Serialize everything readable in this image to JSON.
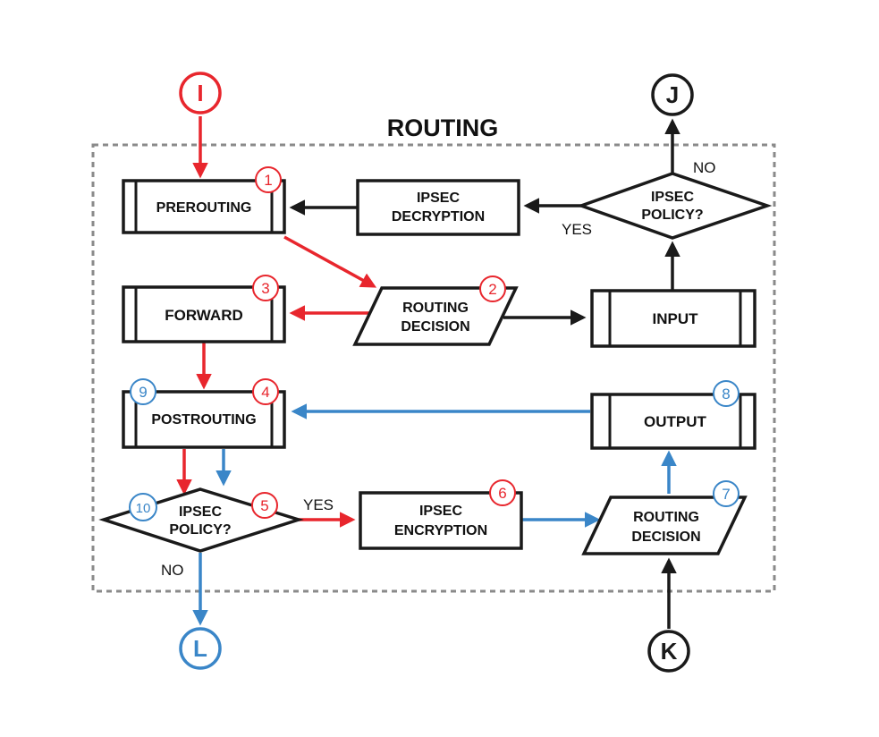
{
  "title": "ROUTING",
  "colors": {
    "red": "#e8262d",
    "blue": "#3a86c8",
    "black": "#1a1a1a",
    "border": "#8a8a8a"
  },
  "connectors": {
    "I": "I",
    "J": "J",
    "K": "K",
    "L": "L"
  },
  "nodes": {
    "prerouting": {
      "label": "PREROUTING",
      "num": "1"
    },
    "routing_decision_top": {
      "line1": "ROUTING",
      "line2": "DECISION",
      "num": "2"
    },
    "forward": {
      "label": "FORWARD",
      "num": "3"
    },
    "postrouting": {
      "label": "POSTROUTING",
      "num": "4",
      "num2": "9"
    },
    "ipsec_policy_bottom": {
      "line1": "IPSEC",
      "line2": "POLICY?",
      "num": "5",
      "num2": "10"
    },
    "ipsec_encryption": {
      "line1": "IPSEC",
      "line2": "ENCRYPTION",
      "num": "6"
    },
    "routing_decision_bottom": {
      "line1": "ROUTING",
      "line2": "DECISION",
      "num": "7"
    },
    "output": {
      "label": "OUTPUT",
      "num": "8"
    },
    "input": {
      "label": "INPUT"
    },
    "ipsec_decryption": {
      "line1": "IPSEC",
      "line2": "DECRYPTION"
    },
    "ipsec_policy_top": {
      "line1": "IPSEC",
      "line2": "POLICY?"
    }
  },
  "edge_labels": {
    "yes_top": "YES",
    "no_top": "NO",
    "yes_bottom": "YES",
    "no_bottom": "NO"
  }
}
